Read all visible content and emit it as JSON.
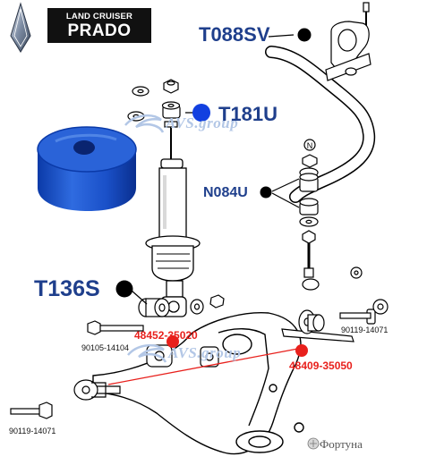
{
  "brand": {
    "line1": "LAND CRUISER",
    "line2": "PRADO"
  },
  "callouts": {
    "t088": "T088SV",
    "t181": "T181U",
    "n084": "N084U",
    "t136": "T136S"
  },
  "part_numbers": {
    "p48452": "48452-35020",
    "p48409": "48409-35050",
    "p90105": "90105-14104",
    "p90119_right": "90119-14071",
    "p90119_left": "90119-14071"
  },
  "watermarks": {
    "avs_top": "AVS.group",
    "avs_bottom": "AVS.group",
    "fortuna": "Фортуна"
  },
  "colors": {
    "callout_text": "#1f3f8c",
    "highlight_dot": "#1240e0",
    "part_red": "#e8201c",
    "bushing_blue": "#1a50c8",
    "watermark": "#b3c7e6"
  }
}
